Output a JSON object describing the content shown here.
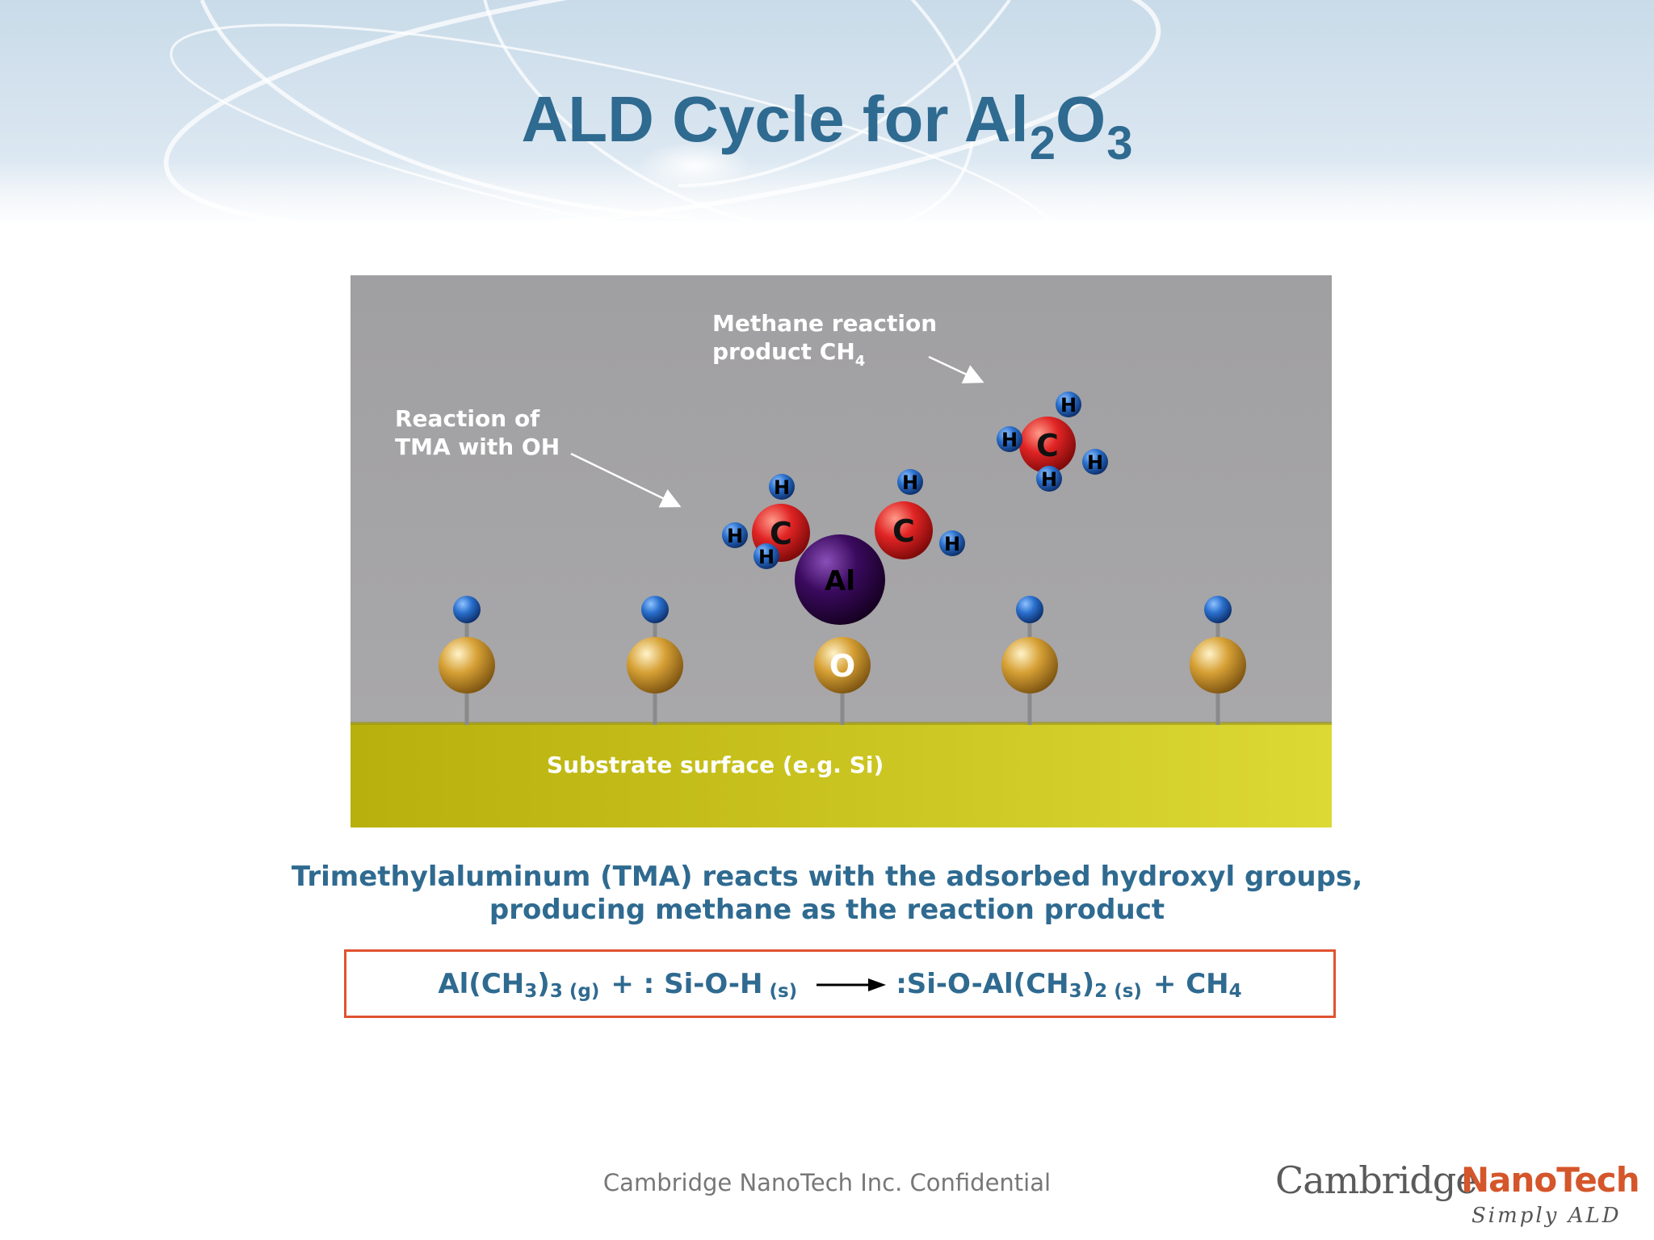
{
  "slide": {
    "title": {
      "text": "ALD Cycle for Al",
      "sub1": "2",
      "mid": "O",
      "sub2": "3"
    },
    "diagram": {
      "label_methane": {
        "line1": "Methane reaction",
        "line2": "product CH",
        "line2_sub": "4"
      },
      "label_tma": {
        "line1": "Reaction of",
        "line2": "TMA with OH"
      },
      "label_substrate": "Substrate surface (e.g. Si)",
      "atoms": {
        "hydrogen": "H",
        "carbon": "C",
        "aluminum": "Al",
        "oxygen": "O"
      }
    },
    "caption": {
      "line1": "Trimethylaluminum (TMA) reacts with the adsorbed hydroxyl groups,",
      "line2": "producing methane as the reaction product"
    },
    "equation": {
      "t1": "Al(CH",
      "t1_sub": "3",
      "t2": ")",
      "t2_sub": "3",
      "t2_state": "(g)",
      "t3": "+ : Si-O-H",
      "t3_state": "(s)",
      "t4": ":Si-O-Al(CH",
      "t4_sub": "3",
      "t5": ")",
      "t5_sub": "2",
      "t5_state": "(s)",
      "t6": "+ CH",
      "t6_sub": "4"
    },
    "footer": "Cambridge NanoTech Inc. Confidential",
    "logo": {
      "part1": "Cambridge",
      "part2": "NanoTech",
      "tagline": "Simply ALD"
    },
    "colors": {
      "title": "#2f6a90",
      "caption": "#2f6a90",
      "equation_border": "#e0522f",
      "diagram_background": "#a4a3a5",
      "substrate": "#c8c01e",
      "hydrogen": "#1e5fb0",
      "carbon": "#e02424",
      "aluminum": "#3a0a5e",
      "oxygen": "#d6a035"
    }
  }
}
